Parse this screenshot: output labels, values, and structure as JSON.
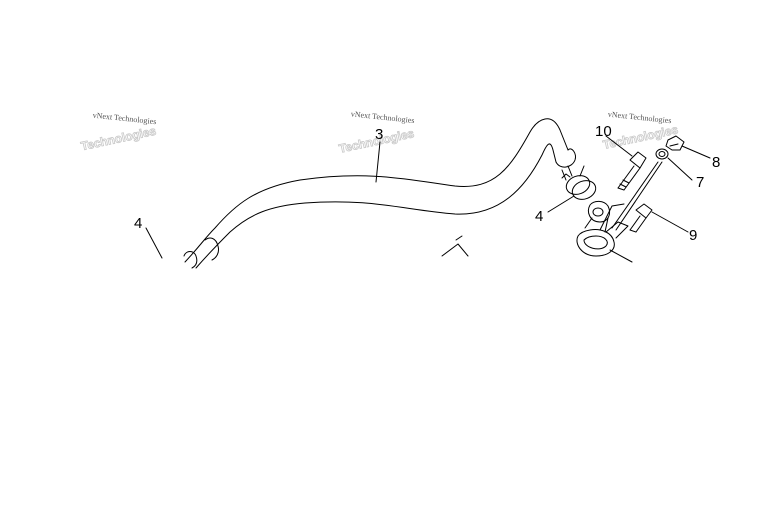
{
  "diagram": {
    "callouts": {
      "hose_left_clamp": "4",
      "hose": "3",
      "hose_right_clamp": "4",
      "bolt_long": "10",
      "washer": "7",
      "nut": "8",
      "bolt_short": "9"
    },
    "watermarks": [
      "vNext Technologies",
      "vNext Technologies",
      "vNext Technologies"
    ],
    "colors": {
      "line": "#000000",
      "background": "#ffffff",
      "watermark_logo": "#c8c8c8"
    }
  }
}
